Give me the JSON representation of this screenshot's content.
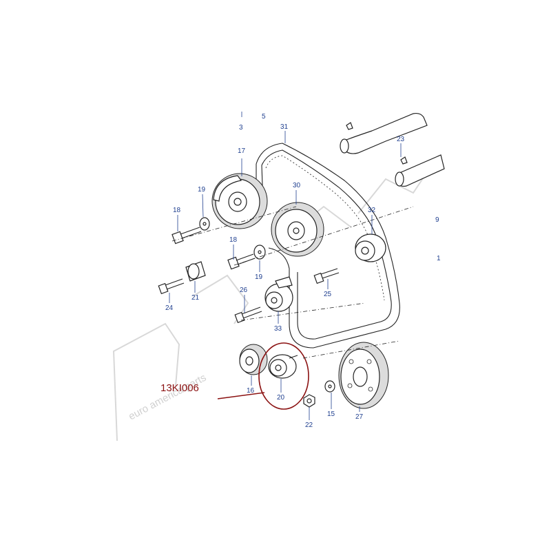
{
  "reference_code": "13KI006",
  "callouts": [
    "3",
    "5",
    "31",
    "17",
    "19",
    "18",
    "30",
    "32",
    "9",
    "23",
    "18",
    "19",
    "21",
    "24",
    "26",
    "25",
    "33",
    "1",
    "16",
    "20",
    "22",
    "15",
    "27"
  ],
  "watermark_text": "euro america parts",
  "colors": {
    "label": "#1f3f8f",
    "reference": "#8a1010",
    "highlight_circle": "#8a1010",
    "line": "#222222",
    "watermark": "#d8d8d8"
  }
}
